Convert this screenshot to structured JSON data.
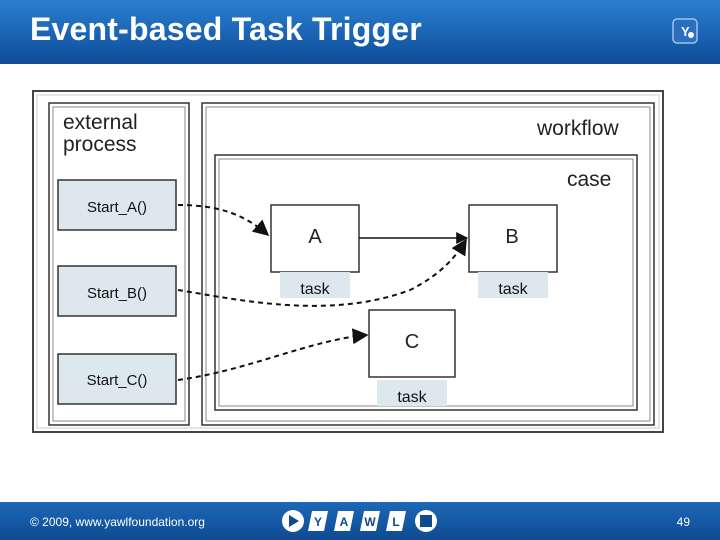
{
  "title": "Event-based Task Trigger",
  "footer": {
    "copyright": "© 2009, www.yawlfoundation.org",
    "page_number": "49"
  },
  "diagram": {
    "external_process_label": [
      "external",
      "process"
    ],
    "workflow_label": "workflow",
    "case_label": "case",
    "triggers": [
      "Start_A()",
      "Start_B()",
      "Start_C()"
    ],
    "tasks": [
      {
        "name": "A",
        "label": "task"
      },
      {
        "name": "B",
        "label": "task"
      },
      {
        "name": "C",
        "label": "task"
      }
    ]
  },
  "nav_icons": [
    "play-icon",
    "y-icon",
    "a-icon",
    "w-icon",
    "l-icon",
    "stop-icon"
  ],
  "colors": {
    "header_blue": "#1a63b3",
    "footer_blue": "#0f4a91",
    "trigger_fill": "#dde8ee",
    "task_label_fill": "#dde8ee"
  }
}
